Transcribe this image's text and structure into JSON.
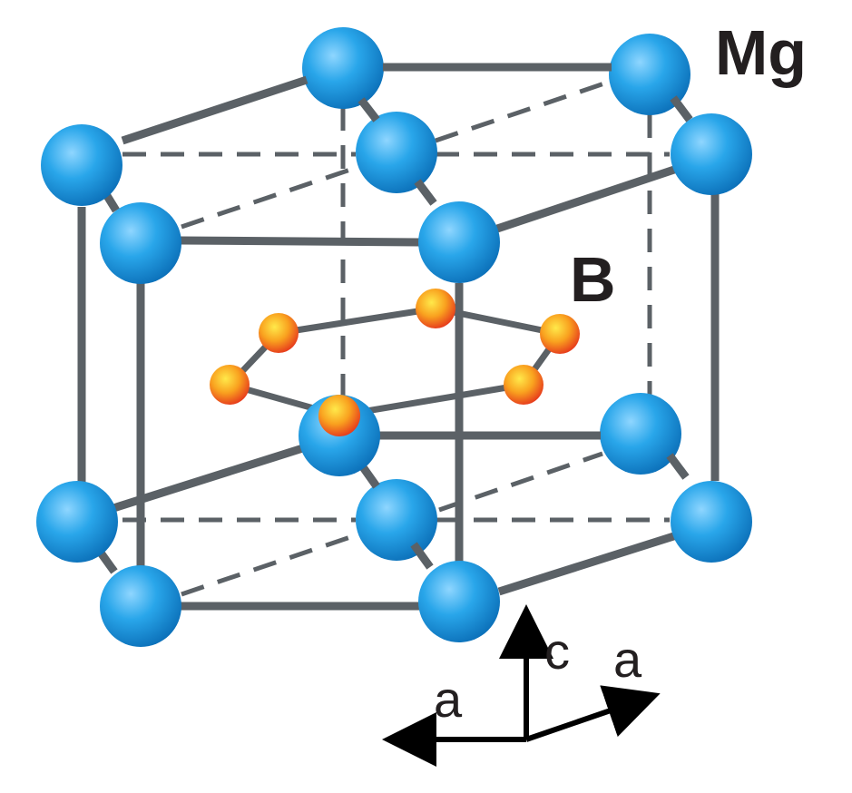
{
  "figure": {
    "labels": {
      "mg": "Mg",
      "b": "B",
      "axis_c": "c",
      "axis_a_left": "a",
      "axis_a_right": "a"
    },
    "colors": {
      "mg_atom": "#1e9ae0",
      "b_atom": "#f4901e",
      "bond": "#5b6166",
      "text": "#231f20"
    },
    "atom_types": [
      "Mg",
      "B"
    ]
  }
}
